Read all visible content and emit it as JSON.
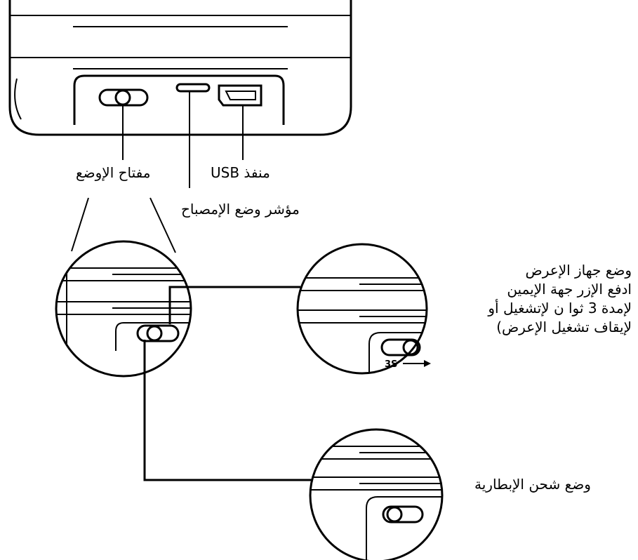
{
  "labels": {
    "mode_switch": "مفتاح الإوضع",
    "usb_port": "منفذ USB",
    "led_indicator": "مؤشر وضع الإمصباح",
    "display_mode": "وضع جهاز الإعرض\nادفع الإزر جهة الإيمين\nلإمدة 3 ثوا ن لإتشغيل أو\nلإيقاف تشغيل الإعرض)",
    "charge_mode": "وضع شحن الإبطارية"
  },
  "zoom_marking": "3S"
}
